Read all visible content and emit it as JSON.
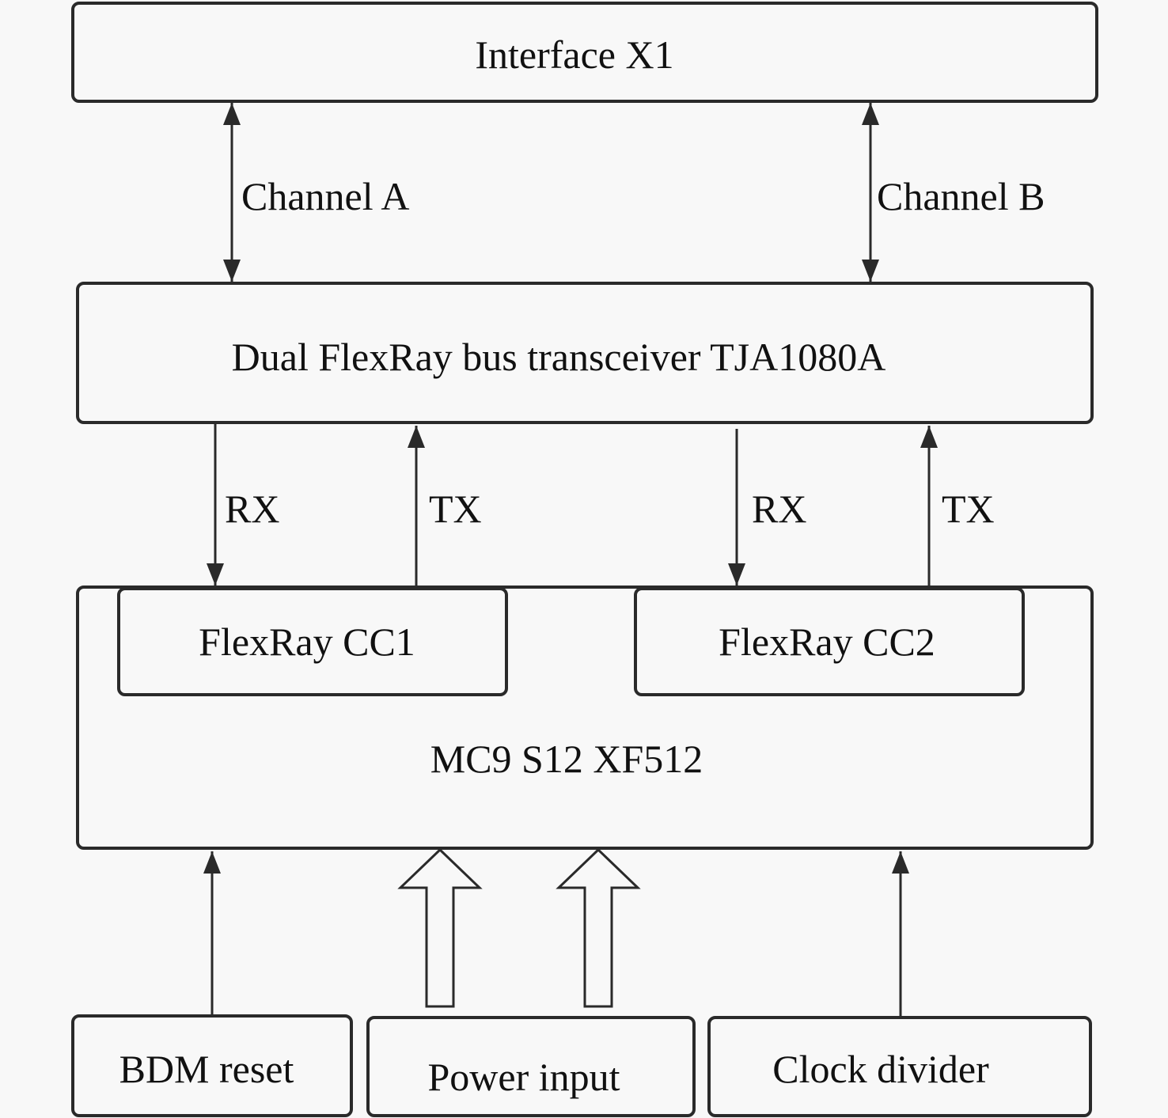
{
  "diagram": {
    "blocks": {
      "interface": "Interface X1",
      "transceiver": "Dual FlexRay bus transceiver TJA1080A",
      "cc1": "FlexRay CC1",
      "cc2": "FlexRay CC2",
      "mcu": "MC9 S12 XF512",
      "bdm": "BDM reset",
      "power": "Power input",
      "clock": "Clock divider"
    },
    "connections": {
      "channel_a": "Channel A",
      "channel_b": "Channel B",
      "rx1": "RX",
      "tx1": "TX",
      "rx2": "RX",
      "tx2": "TX"
    }
  }
}
